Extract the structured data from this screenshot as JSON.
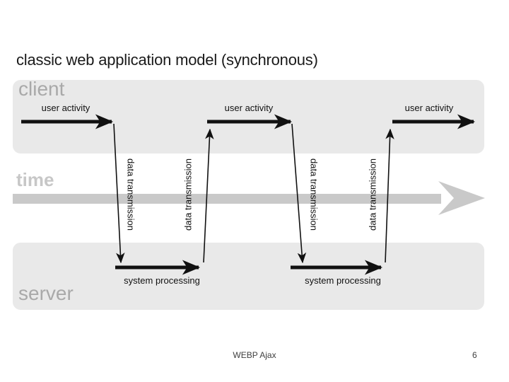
{
  "slide": {
    "title": "classic web application model (synchronous)",
    "footer": {
      "title": "WEBP Ajax",
      "page_number": "6"
    }
  },
  "diagram": {
    "lanes": {
      "client": "client",
      "time": "time",
      "server": "server"
    },
    "labels": {
      "user_activity": "user activity",
      "data_transmission": "data transmission",
      "system_processing": "system processing"
    },
    "colors": {
      "lane_band": "#e9e9e9",
      "time_arrow": "#c9c9c9",
      "arrow": "#111111",
      "lane_label": "#a9a9a9",
      "time_label": "#c7c7c7",
      "footer_text": "#404040"
    }
  }
}
